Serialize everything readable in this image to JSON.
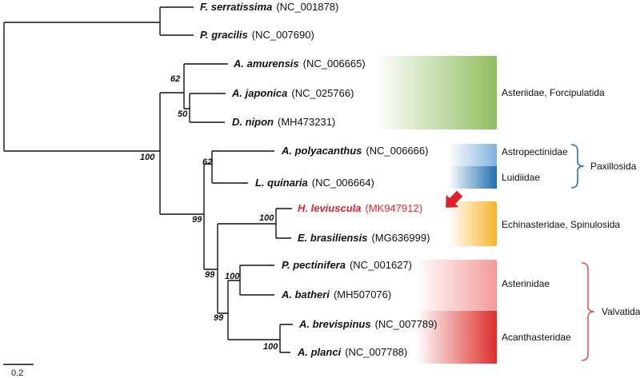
{
  "taxa": [
    {
      "id": "fse",
      "name": "F. serratissima",
      "accession": "(NC_001878)"
    },
    {
      "id": "pgr",
      "name": "P. gracilis",
      "accession": "(NC_007690)"
    },
    {
      "id": "aam",
      "name": "A. amurensis",
      "accession": "(NC_006665)"
    },
    {
      "id": "aja",
      "name": "A. japonica",
      "accession": "(NC_025766)"
    },
    {
      "id": "dni",
      "name": "D. nipon",
      "accession": "(MH473231)"
    },
    {
      "id": "apo",
      "name": "A. polyacanthus",
      "accession": "(NC_006666)"
    },
    {
      "id": "lqu",
      "name": "L. quinaria",
      "accession": "(NC_006664)"
    },
    {
      "id": "hle",
      "name": "H. leviuscula",
      "accession": "(MK947912)",
      "highlight": true
    },
    {
      "id": "ebr",
      "name": "E. brasiliensis",
      "accession": "(MG636999)"
    },
    {
      "id": "ppe",
      "name": "P. pectinifera",
      "accession": "(NC_001627)"
    },
    {
      "id": "aba",
      "name": "A. batheri",
      "accession": "(MH507076)"
    },
    {
      "id": "abr",
      "name": "A. brevispinus",
      "accession": "(NC_007789)"
    },
    {
      "id": "apl",
      "name": "A. planci",
      "accession": "(NC_007788)"
    }
  ],
  "bootstrap": [
    {
      "id": "root",
      "value": "100"
    },
    {
      "id": "asteriid-clade",
      "value": "62"
    },
    {
      "id": "aja-dni",
      "value": "50"
    },
    {
      "id": "paxillosida-clade",
      "value": "62"
    },
    {
      "id": "major-clade",
      "value": "99"
    },
    {
      "id": "hle-ebr",
      "value": "100"
    },
    {
      "id": "valvatida-spinulosida",
      "value": "99"
    },
    {
      "id": "ppe-aba",
      "value": "100"
    },
    {
      "id": "valvatida-clade",
      "value": "99"
    },
    {
      "id": "abr-apl",
      "value": "100"
    }
  ],
  "families": [
    {
      "id": "asteriidae",
      "label": "Asteriidae, Forcipulatida",
      "color": "#8fbe5f"
    },
    {
      "id": "astropectinidae",
      "label": "Astropectinidae",
      "color": "#7fb2dc"
    },
    {
      "id": "luidiidae",
      "label": "Luidiidae",
      "color": "#1f6fae"
    },
    {
      "id": "echinasteridae",
      "label": "Echinasteridae, Spinulosida",
      "color": "#f7b52c"
    },
    {
      "id": "asterinidae",
      "label": "Asterinidae",
      "color": "#f39a9a"
    },
    {
      "id": "acanthasteridae",
      "label": "Acanthasteridae",
      "color": "#dc2e2a"
    }
  ],
  "orders": [
    {
      "id": "paxillosida",
      "label": "Paxillosida",
      "color": "#2a72b5"
    },
    {
      "id": "valvatida",
      "label": "Valvatida",
      "color": "#e05555"
    }
  ],
  "highlight_arrow": {
    "color": "#e0202a",
    "icon": "arrow-icon"
  },
  "scale_bar": {
    "label": "0.2"
  }
}
